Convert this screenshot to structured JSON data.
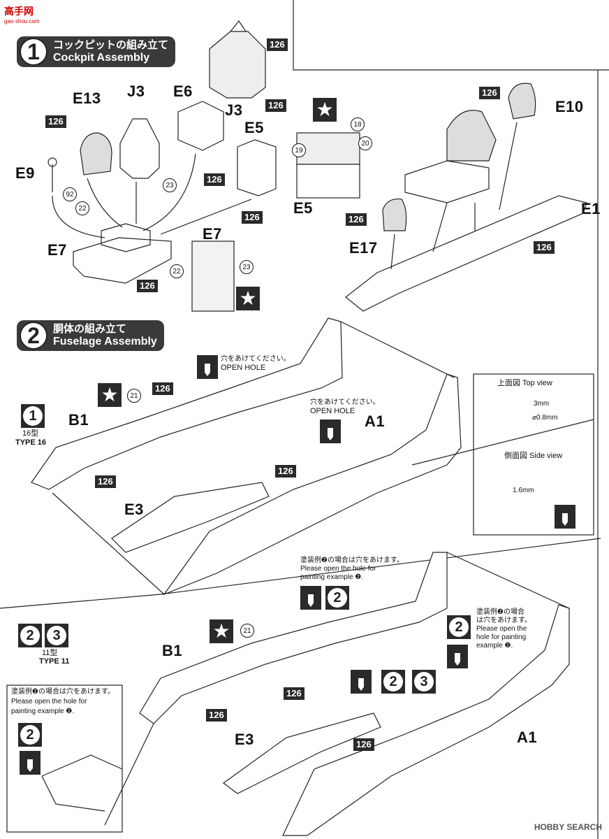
{
  "site_logo": {
    "main": "高手网",
    "sub": "gao-shou.com"
  },
  "step1": {
    "number": "1",
    "title_jp": "コックピットの組み立て",
    "title_en": "Cockpit Assembly"
  },
  "step2": {
    "number": "2",
    "title_jp": "胴体の組み立て",
    "title_en": "Fuselage Assembly"
  },
  "parts": {
    "E13": "E13",
    "J3": "J3",
    "E6": "E6",
    "E5": "E5",
    "E9": "E9",
    "E7": "E7",
    "E10": "E10",
    "E1": "E1",
    "E17": "E17",
    "B1": "B1",
    "E3": "E3",
    "A1": "A1"
  },
  "badge_126": "126",
  "callouts": {
    "c18": "18",
    "c19": "19",
    "c20": "20",
    "c21": "21",
    "c22": "22",
    "c23": "23",
    "c92": "92"
  },
  "star": "★",
  "type16": {
    "code": "1",
    "jp": "16型",
    "en": "TYPE 16"
  },
  "type11": {
    "code_a": "2",
    "code_b": "3",
    "jp": "11型",
    "en": "TYPE 11"
  },
  "open_hole_jp": "穴をあけてください。",
  "open_hole_en": "OPEN HOLE",
  "top_view": "上面図  Top view",
  "side_view": "側面図  Side view",
  "dim_3mm": "3mm",
  "dim_08": "⌀0.8mm",
  "dim_16": "1.6mm",
  "paint_note": {
    "jp": "塗装例❷の場合は穴をあけます。",
    "en1": "Please open the hole for",
    "en2": "painting example ❷."
  },
  "paint_note_short": {
    "jp1": "塗装例❷の場合",
    "jp2": "は穴をあけます。",
    "en1": "Please open the",
    "en2": "hole for painting",
    "en3": "example ❷."
  },
  "code2": "2",
  "code3": "3",
  "watermark": "HOBBY SEARCH"
}
